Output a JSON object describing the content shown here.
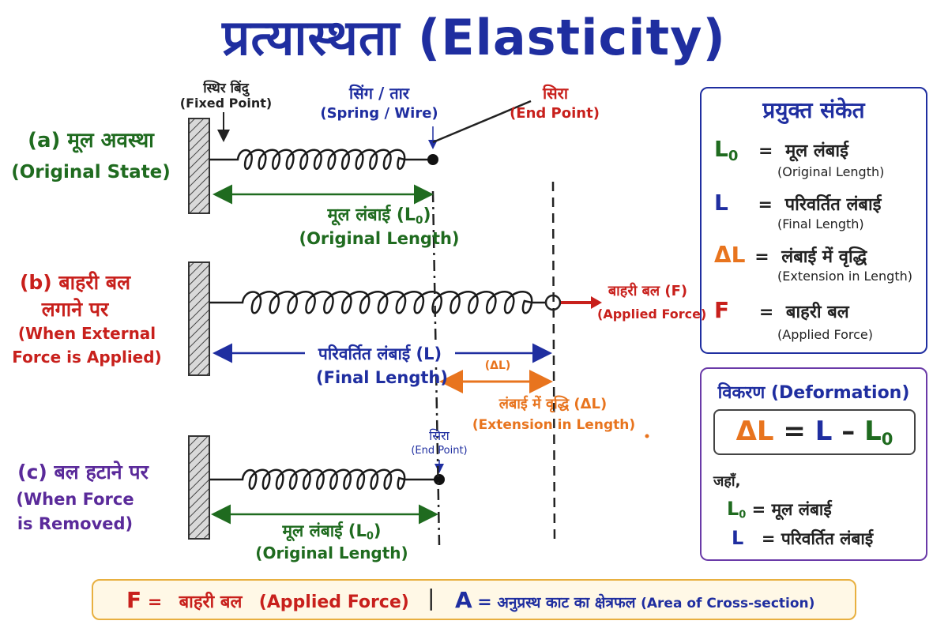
{
  "title": "प्रत्यास्थता (Elasticity)",
  "top_labels": {
    "fixed_point_hi": "स्थिर बिंदु",
    "fixed_point_en": "(Fixed Point)",
    "spring_hi": "सिंग / तार",
    "spring_en": "(Spring / Wire)",
    "end_point_hi": "सिरा",
    "end_point_en": "(End Point)"
  },
  "state_a": {
    "label_hi": "(a) मूल अवस्था",
    "label_en": "(Original State)",
    "length_hi_prefix": "मूल लंबाई (L",
    "length_sub": "0",
    "length_hi_suffix": ")",
    "length_en": "(Original Length)"
  },
  "state_b": {
    "label_hi_1": "(b) बाहरी बल",
    "label_hi_2": "लगाने पर",
    "label_en_1": "(When External",
    "label_en_2": "Force is Applied)",
    "force_hi": "बाहरी बल (F)",
    "force_en": "(Applied Force)",
    "length_hi": "परिवर्तित लंबाई (L)",
    "length_en": "(Final Length)",
    "delta_small": "(ΔL)",
    "extension_hi": "लंबाई में वृद्धि (ΔL)",
    "extension_en": "(Extension in Length)"
  },
  "state_c": {
    "label_hi": "(c) बल हटाने पर",
    "label_en_1": "(When Force",
    "label_en_2": "is Removed)",
    "end_point_hi": "सिरा",
    "end_point_en": "(End Point)",
    "length_hi_prefix": "मूल लंबाई (L",
    "length_sub": "0",
    "length_hi_suffix": ")",
    "length_en": "(Original Length)"
  },
  "symbols_box": {
    "heading": "प्रयुक्त संकेत",
    "rows": [
      {
        "sym": "L",
        "sub": "0",
        "eq": "=",
        "hi": "मूल लंबाई",
        "en": "(Original Length)",
        "color": "#1f6b1f"
      },
      {
        "sym": "L",
        "sub": "",
        "eq": "=",
        "hi": "परिवर्तित लंबाई",
        "en": "(Final Length)",
        "color": "#1f2ea0"
      },
      {
        "sym": "ΔL",
        "sub": "",
        "eq": "=",
        "hi": "लंबाई में वृद्धि",
        "en": "(Extension in Length)",
        "color": "#e8741e"
      },
      {
        "sym": "F",
        "sub": "",
        "eq": "=",
        "hi": "बाहरी बल",
        "en": "(Applied Force)",
        "color": "#c8201c"
      }
    ]
  },
  "deformation_box": {
    "heading": "विकरण (Deformation)",
    "formula_lhs": "ΔL",
    "formula_eq": "=",
    "formula_l": "L",
    "formula_minus": "–",
    "formula_l0": "L",
    "formula_l0_sub": "0",
    "where": "जहाँ,",
    "where_rows": [
      {
        "sym": "L",
        "sub": "0",
        "eq": "=",
        "hi": "मूल लंबाई"
      },
      {
        "sym": "L",
        "sub": "",
        "eq": "=",
        "hi": "परिवर्तित लंबाई"
      }
    ]
  },
  "bottom": {
    "f_sym": "F",
    "f_eq": "=",
    "f_hi": "बाहरी बल",
    "f_en": "(Applied Force)",
    "sep": "|",
    "a_sym": "A",
    "a_eq": "=",
    "a_hi": "अनुप्रस्थ काट का क्षेत्रफल",
    "a_en": "(Area of Cross-section)"
  },
  "colors": {
    "title": "#1f2ea0",
    "green": "#1f6b1f",
    "red": "#c8201c",
    "blue": "#1f2ea0",
    "purple": "#5a2a9a",
    "orange": "#e8741e"
  }
}
